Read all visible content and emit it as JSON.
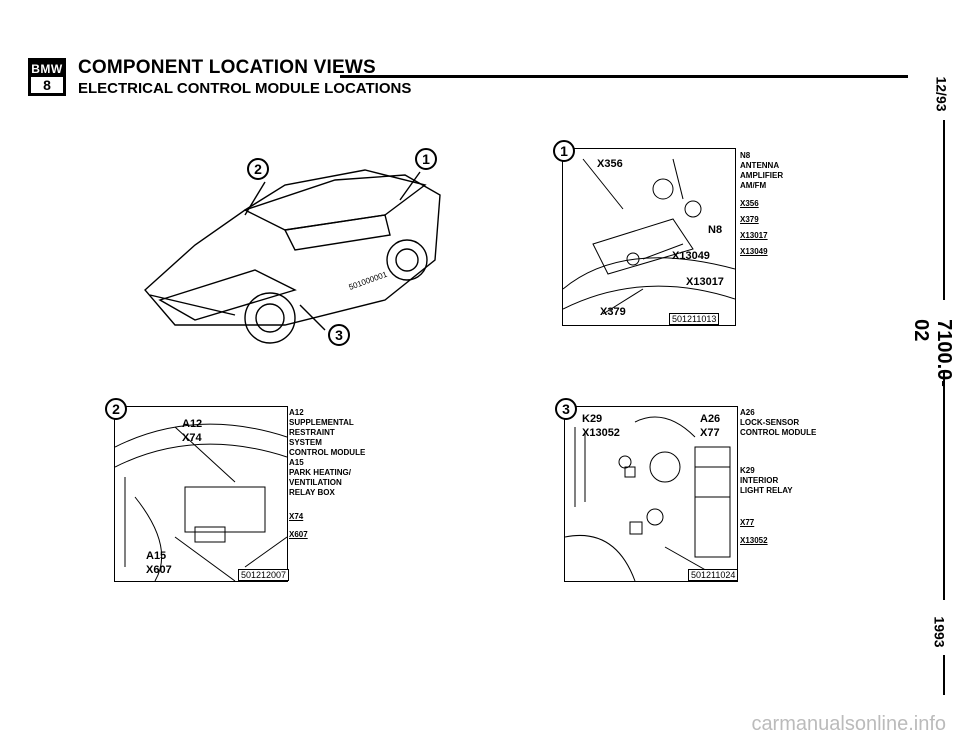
{
  "header": {
    "logo_top": "BMW",
    "logo_bottom": "8",
    "title": "COMPONENT LOCATION VIEWS",
    "subtitle": "ELECTRICAL CONTROL MODULE LOCATIONS"
  },
  "side": {
    "date": "12/93",
    "code": "7100.0-02",
    "year": "1993"
  },
  "car": {
    "callouts": [
      "2",
      "1",
      "3"
    ],
    "code": "501000001"
  },
  "panel1": {
    "callout": "1",
    "labels": [
      "X356",
      "N8",
      "X13049",
      "X13017",
      "X379"
    ],
    "fig": "501211013",
    "legend_title": [
      "N8",
      "ANTENNA",
      "AMPLIFIER",
      "AM/FM"
    ],
    "legend_refs": [
      "X356",
      "X379",
      "X13017",
      "X13049"
    ]
  },
  "panel2": {
    "callout": "2",
    "labels": [
      "A12",
      "X74",
      "A15",
      "X607"
    ],
    "fig": "501212007",
    "legend_title": [
      "A12",
      "SUPPLEMENTAL",
      "RESTRAINT",
      "SYSTEM",
      "CONTROL MODULE",
      "A15",
      "PARK HEATING/",
      "VENTILATION",
      "RELAY BOX"
    ],
    "legend_refs": [
      "X74",
      "X607"
    ]
  },
  "panel3": {
    "callout": "3",
    "labels": [
      "K29",
      "X13052",
      "A26",
      "X77"
    ],
    "fig": "501211024",
    "legend_title": [
      "A26",
      "LOCK-SENSOR",
      "CONTROL MODULE"
    ],
    "legend_title2": [
      "K29",
      "INTERIOR",
      "LIGHT RELAY"
    ],
    "legend_refs": [
      "X77",
      "X13052"
    ]
  },
  "watermark": "carmanualsonline.info"
}
